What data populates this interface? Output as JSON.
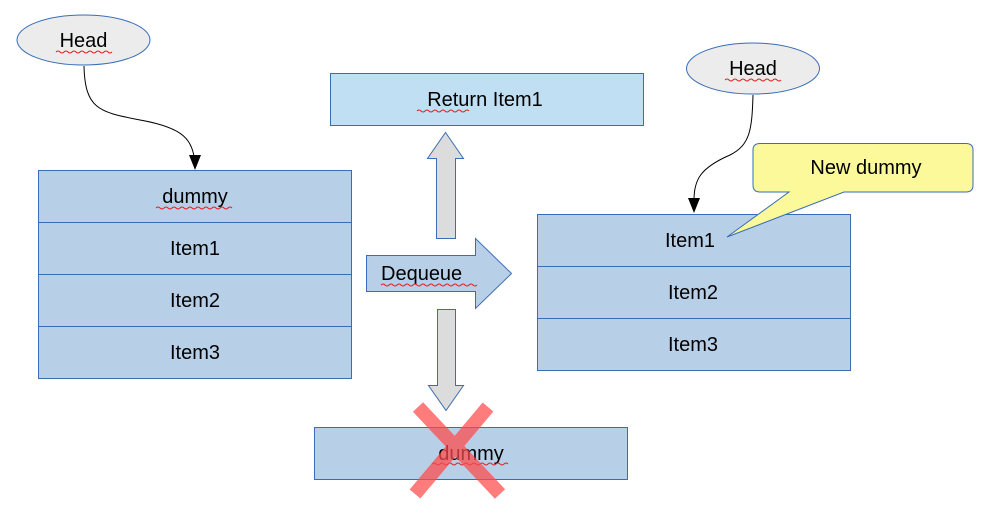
{
  "title": "Queue dequeue with dummy node",
  "colors": {
    "node_fill": "#b8cfe8",
    "node_stroke": "#3a6db5",
    "return_fill": "#c0dff2",
    "head_fill": "#ececec",
    "arrow_fill": "#dcdcdc",
    "callout_fill": "#fbf99a",
    "cross": "#ff5b5b"
  },
  "before": {
    "head_label": "Head",
    "nodes": [
      "dummy",
      "Item1",
      "Item2",
      "Item3"
    ]
  },
  "operation": {
    "label": "Dequeue",
    "returned_label": "Return Item1",
    "discarded_label": "dummy"
  },
  "after": {
    "head_label": "Head",
    "nodes": [
      "Item1",
      "Item2",
      "Item3"
    ],
    "callout": "New dummy"
  },
  "icons": {
    "cross": "red-x-delete-mark"
  }
}
